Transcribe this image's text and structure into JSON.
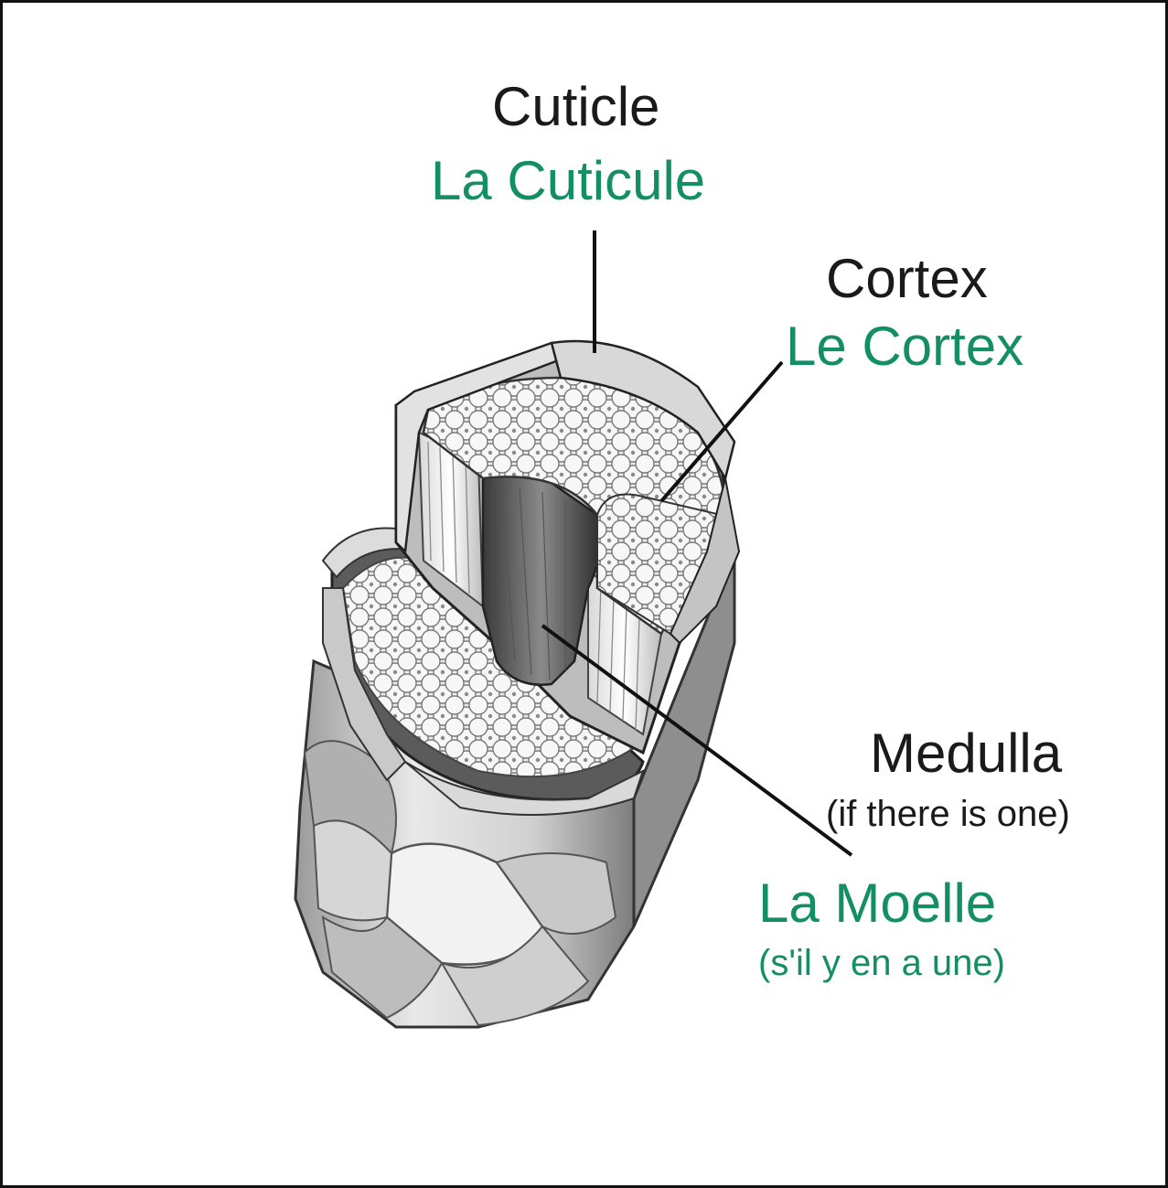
{
  "labels": {
    "cuticle": {
      "en": "Cuticle",
      "fr": "La Cuticule"
    },
    "cortex": {
      "en": "Cortex",
      "fr": "Le Cortex"
    },
    "medulla": {
      "en": "Medulla",
      "en_note": "(if there is one)",
      "fr": "La Moelle",
      "fr_note": "(s'il y en a une)"
    }
  },
  "colors": {
    "english_text": "#1a1a1a",
    "french_text": "#138f63",
    "leader_lines": "#111111",
    "border": "#111111"
  }
}
